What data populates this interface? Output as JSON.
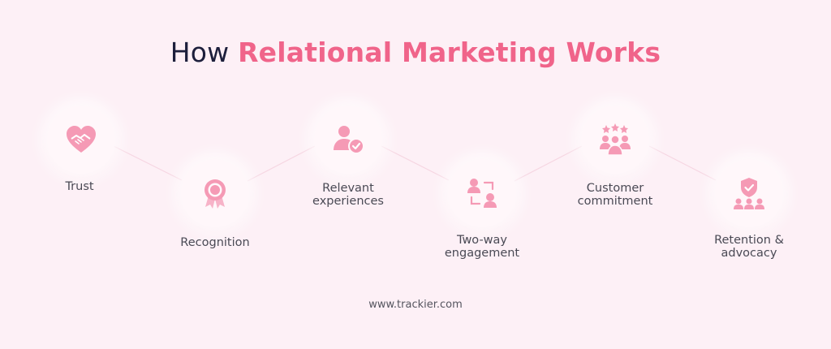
{
  "title": {
    "prefix": "How ",
    "highlight": "Relational Marketing Works"
  },
  "steps": [
    {
      "label": "Trust",
      "icon": "handshake-heart-icon"
    },
    {
      "label": "Recognition",
      "icon": "award-badge-icon"
    },
    {
      "label": "Relevant experiences",
      "icon": "user-check-icon"
    },
    {
      "label": "Two-way engagement",
      "icon": "user-exchange-icon"
    },
    {
      "label": "Customer commitment",
      "icon": "group-stars-icon"
    },
    {
      "label": "Retention & advocacy",
      "icon": "shield-group-icon"
    }
  ],
  "footer": "www.trackier.com",
  "colors": {
    "accent": "#f0648a",
    "icon": "#f59ab5",
    "title": "#1d1f3c",
    "background": "#fdf0f6"
  }
}
